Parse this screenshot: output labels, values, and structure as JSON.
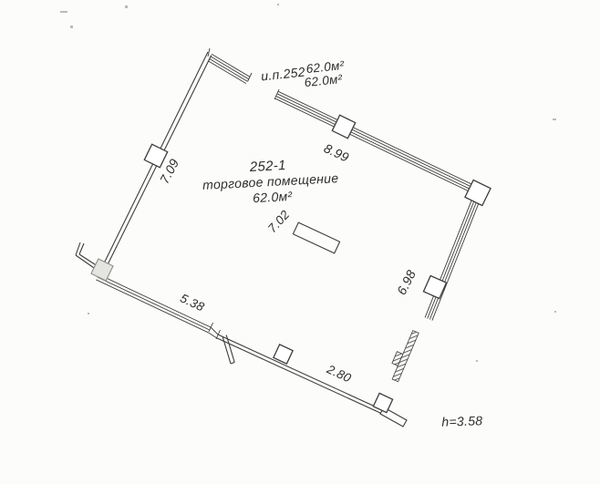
{
  "plan": {
    "upper_unit": {
      "name": "и.п.252",
      "area_line1": "62.0м²",
      "area_line2": "62.0м²"
    },
    "room": {
      "number": "252-1",
      "type": "торговое помещение",
      "area": "62.0м²"
    },
    "dimensions": {
      "left_wall": "7.09",
      "top_wall": "8.99",
      "right_wall": "6.98",
      "bottom_left_wall": "5.38",
      "bottom_wall": "2.80",
      "inner_span": "7.02"
    },
    "ceiling_height": "h=3.58",
    "colors": {
      "ink": "#3d3d3d",
      "text": "#2d2d2d",
      "paper": "#fcfcfa"
    }
  }
}
